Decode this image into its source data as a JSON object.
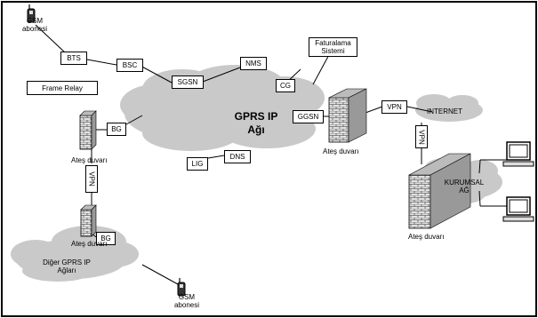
{
  "gsm_top": {
    "line1": "GSM",
    "line2": "abonesi"
  },
  "gsm_bottom": {
    "line1": "GSM",
    "line2": "abonesi"
  },
  "nodes": {
    "bts": "BTS",
    "bsc": "BSC",
    "sgsn": "SGSN",
    "nms": "NMS",
    "cg": "CG",
    "frame_relay": "Frame Relay",
    "billing_line1": "Faturalama",
    "billing_line2": "Sistemi",
    "bg_top": "BG",
    "bg_bottom": "BG",
    "vpn_left": "VPN",
    "ggsn": "GGSN",
    "vpn_top": "VPN",
    "vpn_right": "VPN",
    "lig": "LIG",
    "dns": "DNS"
  },
  "clouds": {
    "gprs_line1": "GPRS IP",
    "gprs_line2": "Ağı",
    "internet": "INTERNET",
    "corporate_line1": "KURUMSAL",
    "corporate_line2": "AĞ",
    "other_line1": "Diğer GPRS IP",
    "other_line2": "Ağları"
  },
  "firewalls": {
    "left_top": "Ateş duvarı",
    "left_bottom": "Ateş duvarı",
    "center": "Ateş duvarı",
    "right": "Ateş duvarı"
  },
  "colors": {
    "cloud": "#c9c9c9",
    "wall": "#d0d0d0",
    "line": "#000000"
  }
}
